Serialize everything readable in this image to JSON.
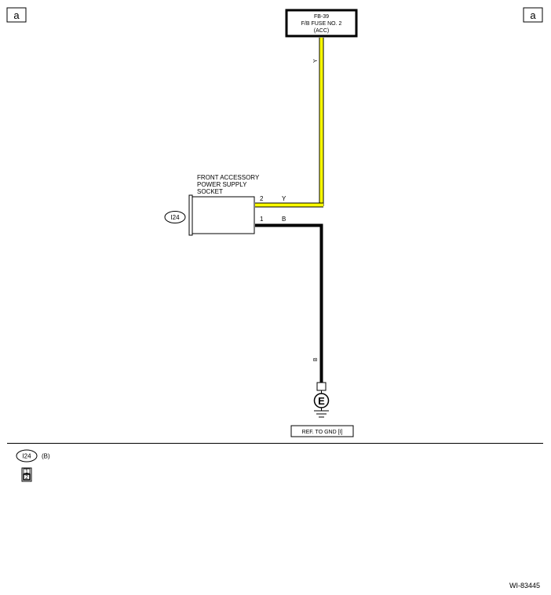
{
  "corner_label_left": "a",
  "corner_label_right": "a",
  "fuse": {
    "line1": "FB-39",
    "line2": "F/B FUSE NO. 2",
    "line3": "(ACC)"
  },
  "wire_colors": {
    "upper_vertical": "Y",
    "pin2_wire": "Y",
    "pin1_wire": "B",
    "lower_vertical": "B"
  },
  "socket": {
    "name_line1": "FRONT ACCESSORY",
    "name_line2": "POWER SUPPLY",
    "name_line3": "SOCKET",
    "connector_id": "I24",
    "pin_top": "2",
    "pin_bottom": "1"
  },
  "ground": {
    "symbol_letter": "E",
    "reference": "REF. TO GND [I]"
  },
  "legend": {
    "connector_id": "I24",
    "connector_color": "(B)",
    "pin_top": "1",
    "pin_bottom": "2"
  },
  "diagram_id": "WI-83445",
  "colors": {
    "yellow_wire": "#ffff00",
    "black_wire": "#000000"
  }
}
